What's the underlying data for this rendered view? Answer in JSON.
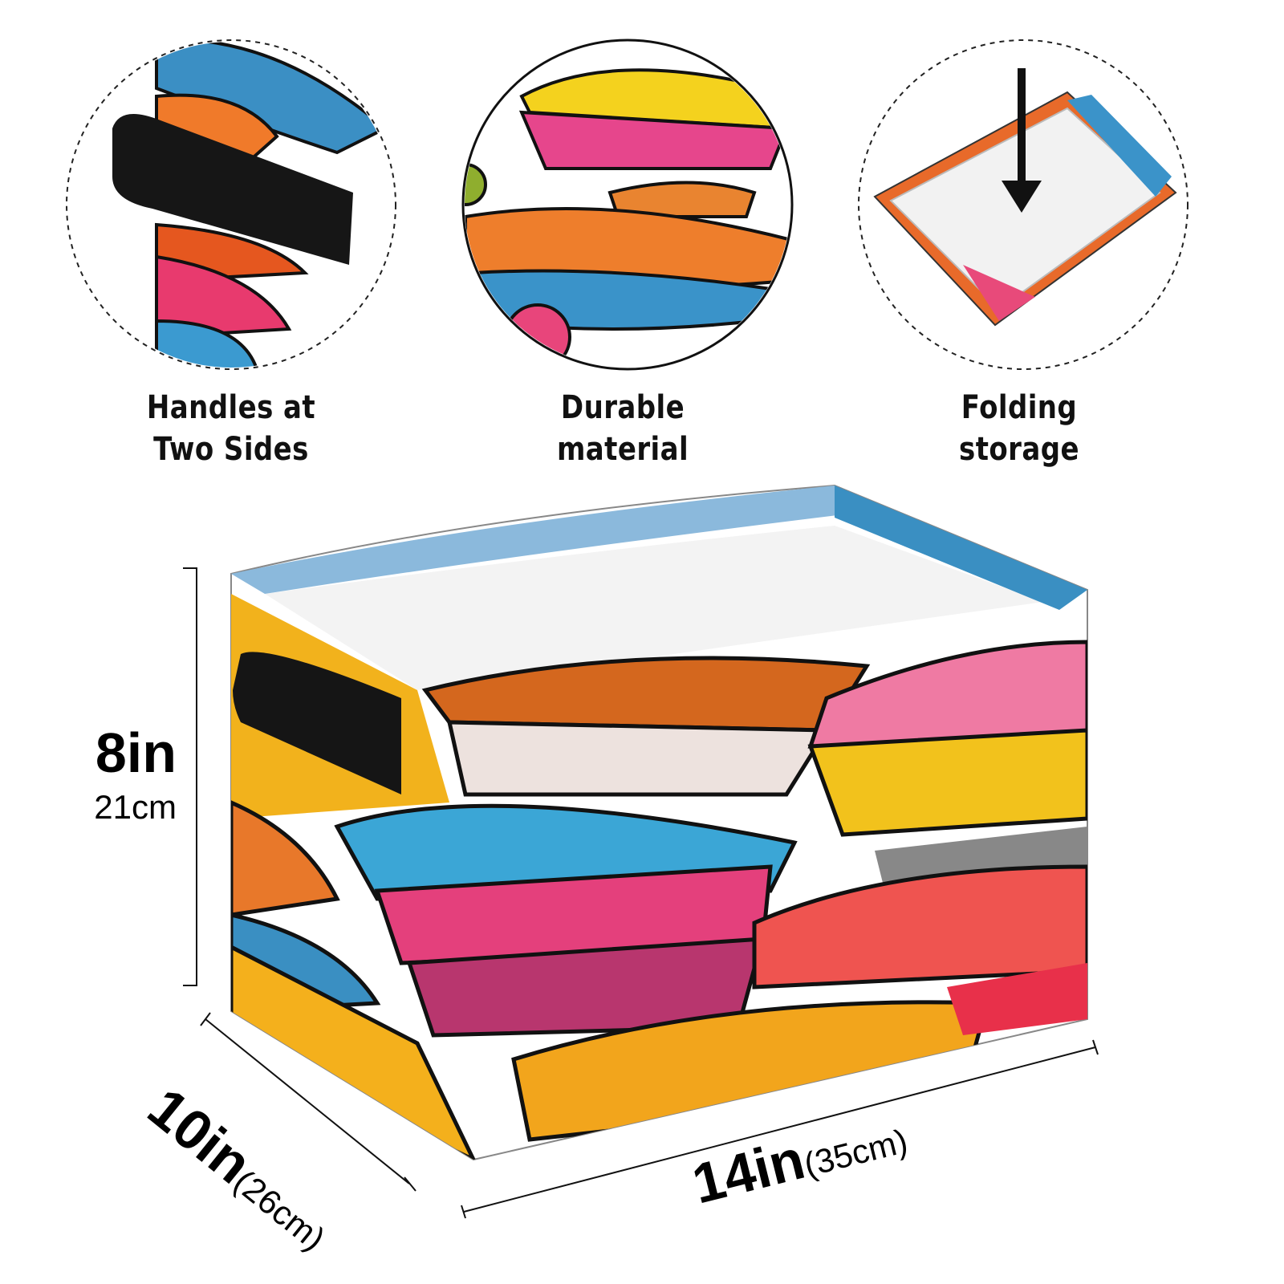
{
  "features": [
    {
      "line1": "Handles at",
      "line2": "Two Sides"
    },
    {
      "line1": "Durable",
      "line2": "material"
    },
    {
      "line1": "Folding",
      "line2": "storage"
    }
  ],
  "dimensions": {
    "height": {
      "in": "8in",
      "cm": "21cm"
    },
    "depth": {
      "in": "10in",
      "cm": "(26cm)"
    },
    "width": {
      "in": "14in",
      "cm": "(35cm)"
    }
  }
}
